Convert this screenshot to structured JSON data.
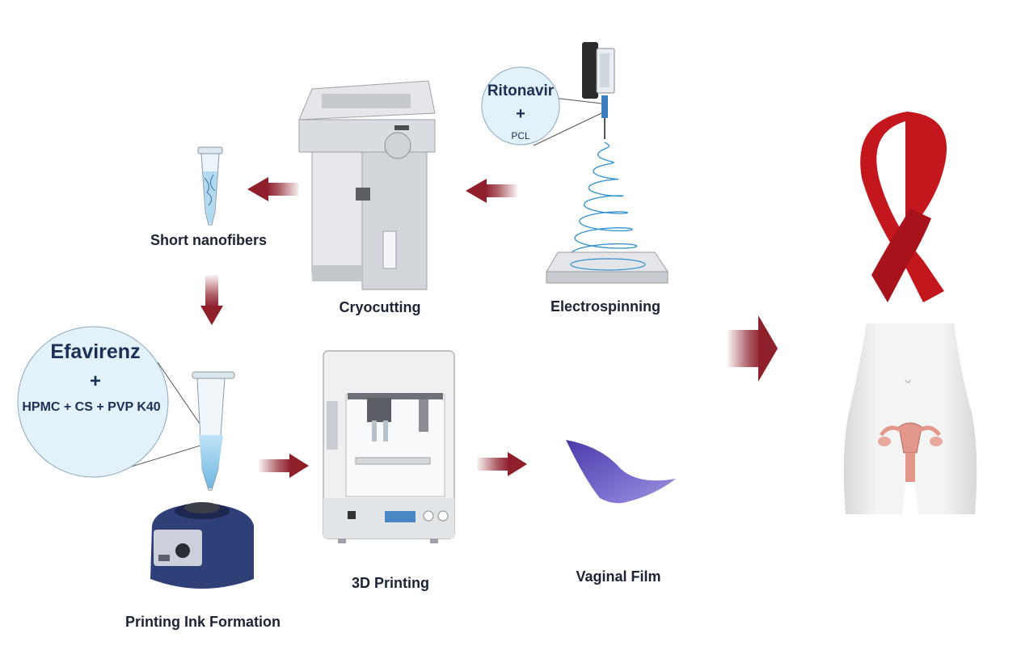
{
  "labels": {
    "short_nanofibers": "Short nanofibers",
    "cryocutting": "Cryocutting",
    "electrospinning": "Electrospinning",
    "printing_ink_formation": "Printing Ink Formation",
    "printing_3d": "3D Printing",
    "vaginal_film": "Vaginal Film"
  },
  "ritonavir_bubble": {
    "drug": "Ritonavir",
    "plus": "+",
    "polymer": "PCL"
  },
  "efavirenz_bubble": {
    "drug": "Efavirenz",
    "plus": "+",
    "polymers": "HPMC + CS + PVP K40"
  },
  "colors": {
    "arrow": "#8e1f2b",
    "bubble_fill": "#e3f1fa",
    "ribbon": "#c3171d",
    "film": "#5b49b8",
    "machine": "#d9dce0",
    "vortex": "#2f3f78"
  },
  "icons": [
    "syringe-pump-icon",
    "cryotome-icon",
    "microtube-icon",
    "vortex-mixer-icon",
    "3d-printer-icon",
    "film-icon",
    "awareness-ribbon-icon",
    "female-body-icon",
    "uterus-icon"
  ]
}
